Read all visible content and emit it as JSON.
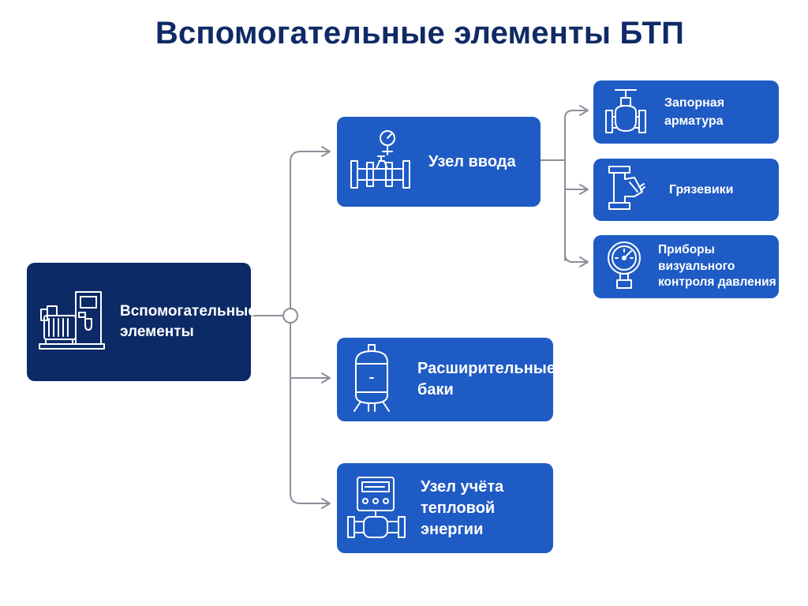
{
  "title": "Вспомогательные элементы БТП",
  "root": {
    "label_lines": [
      "Вспомогательные",
      "элементы"
    ],
    "icon": "pump-station-icon"
  },
  "branches": [
    {
      "label_lines": [
        "Узел ввода"
      ],
      "icon": "pipe-valve-gauge-icon",
      "children": [
        {
          "label_lines": [
            "Запорная",
            "арматура"
          ],
          "icon": "gate-valve-icon"
        },
        {
          "label_lines": [
            "Грязевики"
          ],
          "icon": "strainer-icon"
        },
        {
          "label_lines": [
            "Приборы",
            "визуального",
            "контроля давления"
          ],
          "icon": "pressure-gauge-icon"
        }
      ]
    },
    {
      "label_lines": [
        "Расширительные",
        "баки"
      ],
      "icon": "expansion-tank-icon"
    },
    {
      "label_lines": [
        "Узел учёта",
        "тепловой энергии"
      ],
      "icon": "heat-meter-icon"
    }
  ],
  "colors": {
    "title": "#0f2a66",
    "root_fill": "#0c2a66",
    "node_fill": "#1f5bc4",
    "connector": "#8a8f99"
  }
}
